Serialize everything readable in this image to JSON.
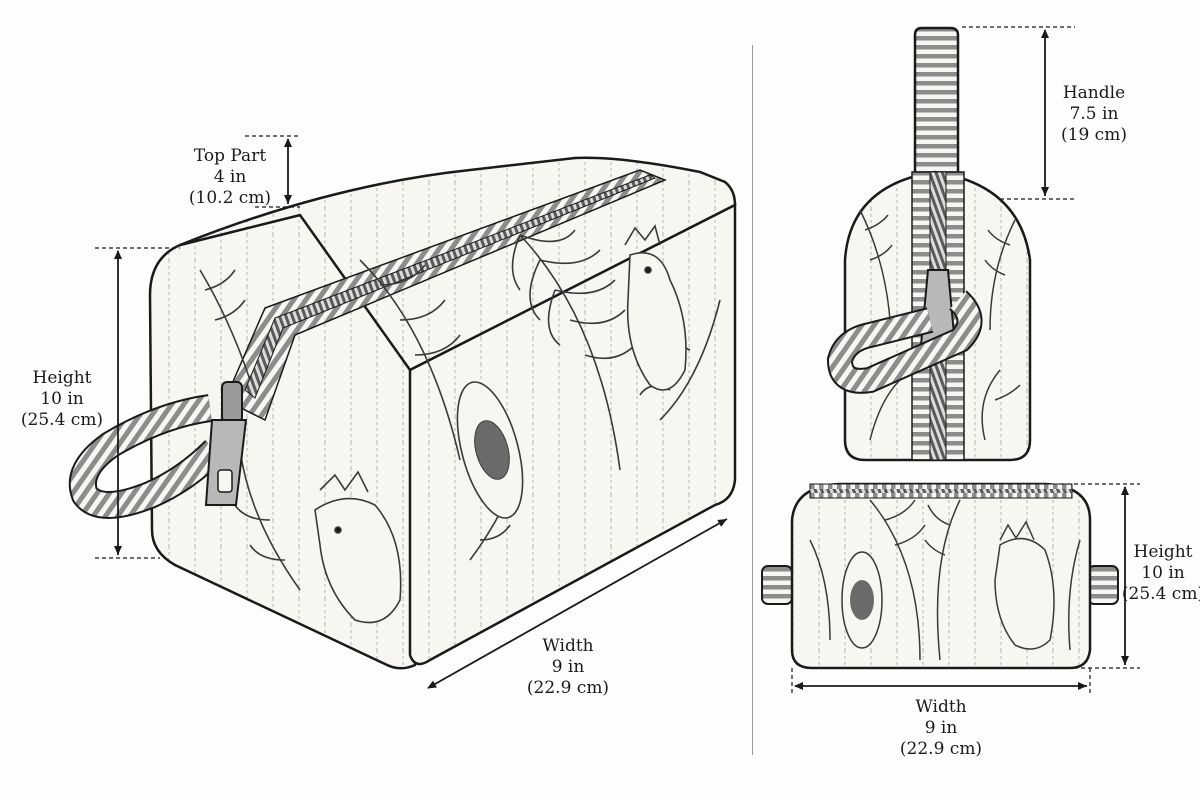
{
  "colors": {
    "ink": "#1a1a1a",
    "fabric": "#f7f6f1",
    "stripe": "#8c8c8c",
    "leaf": "#3a3a3a"
  },
  "perspective_view": {
    "top_part": {
      "name": "Top Part",
      "in": "4 in",
      "cm": "(10.2 cm)"
    },
    "height": {
      "name": "Height",
      "in": "10 in",
      "cm": "(25.4 cm)"
    },
    "width": {
      "name": "Width",
      "in": "9 in",
      "cm": "(22.9 cm)"
    }
  },
  "side_view": {
    "handle": {
      "name": "Handle",
      "in": "7.5 in",
      "cm": "(19 cm)"
    }
  },
  "front_view": {
    "height": {
      "name": "Height",
      "in": "10 in",
      "cm": "(25.4 cm)"
    },
    "width": {
      "name": "Width",
      "in": "9 in",
      "cm": "(22.9 cm)"
    }
  }
}
